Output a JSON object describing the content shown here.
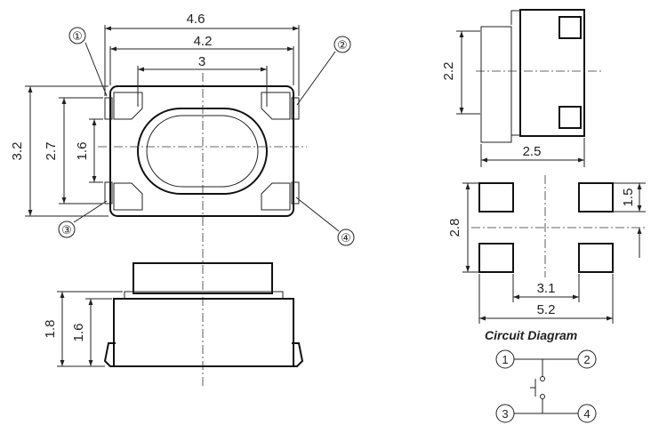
{
  "top_view": {
    "dim_overall_width": "4.6",
    "dim_body_width": "4.2",
    "dim_button_width": "3",
    "dim_overall_height": "3.2",
    "dim_body_height": "2.7",
    "dim_button_height": "1.6",
    "pin_labels": [
      "①",
      "②",
      "③",
      "④"
    ]
  },
  "front_view": {
    "dim_total_height": "1.8",
    "dim_body_height": "1.6"
  },
  "side_view": {
    "dim_height": "2.2",
    "dim_width": "2.5"
  },
  "footprint": {
    "dim_pad_width": "1.5",
    "dim_row_spacing": "2.8",
    "dim_inner_gap": "3.1",
    "dim_outer_width": "5.2"
  },
  "circuit": {
    "title": "Circuit Diagram",
    "pins": [
      "1",
      "2",
      "3",
      "4"
    ]
  }
}
